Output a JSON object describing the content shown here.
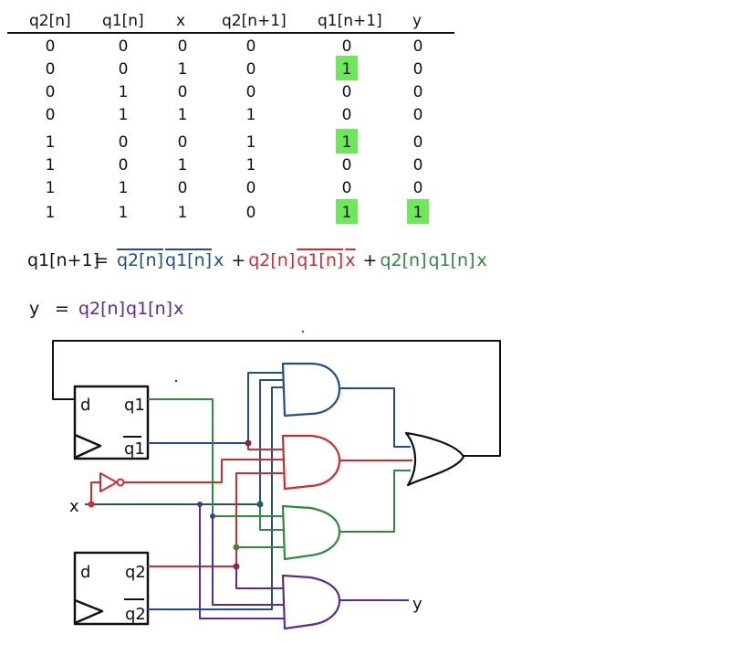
{
  "colors": {
    "black": "#111111",
    "blue": "#1f4e8c",
    "red": "#d42a2a",
    "green": "#2e8b3a",
    "purple": "#5a2a9c",
    "highlight": "#6ee85a"
  },
  "truth_table": {
    "headers": [
      "q2[n]",
      "q1[n]",
      "x",
      "q2[n+1]",
      "q1[n+1]",
      "y"
    ],
    "rows": [
      {
        "cells": [
          "0",
          "0",
          "0",
          "0",
          "0",
          "0"
        ],
        "highlight": []
      },
      {
        "cells": [
          "0",
          "0",
          "1",
          "0",
          "1",
          "0"
        ],
        "highlight": [
          4
        ]
      },
      {
        "cells": [
          "0",
          "1",
          "0",
          "0",
          "0",
          "0"
        ],
        "highlight": []
      },
      {
        "cells": [
          "0",
          "1",
          "1",
          "1",
          "0",
          "0"
        ],
        "highlight": []
      },
      {
        "cells": [
          "1",
          "0",
          "0",
          "1",
          "1",
          "0"
        ],
        "highlight": [
          4
        ]
      },
      {
        "cells": [
          "1",
          "0",
          "1",
          "1",
          "0",
          "0"
        ],
        "highlight": []
      },
      {
        "cells": [
          "1",
          "1",
          "0",
          "0",
          "0",
          "0"
        ],
        "highlight": []
      },
      {
        "cells": [
          "1",
          "1",
          "1",
          "0",
          "1",
          "1"
        ],
        "highlight": [
          4,
          5
        ]
      }
    ]
  },
  "equations": {
    "q1_next": {
      "lhs": "q1[n+1]",
      "equals": "=",
      "terms": [
        {
          "color": "blue",
          "factors": [
            {
              "text": "q2[n]",
              "bar": true
            },
            {
              "text": "q1[n]",
              "bar": true
            },
            {
              "text": "x",
              "bar": false
            }
          ]
        },
        {
          "color": "red",
          "factors": [
            {
              "text": "q2[n]",
              "bar": false
            },
            {
              "text": "q1[n]",
              "bar": true
            },
            {
              "text": "x",
              "bar": true
            }
          ]
        },
        {
          "color": "green",
          "factors": [
            {
              "text": "q2[n]",
              "bar": false
            },
            {
              "text": "q1[n]",
              "bar": false
            },
            {
              "text": "x",
              "bar": false
            }
          ]
        }
      ],
      "plus": "+"
    },
    "y": {
      "lhs": "y",
      "equals": "=",
      "color": "purple",
      "factors": [
        {
          "text": "q2[n]"
        },
        {
          "text": "q1[n]"
        },
        {
          "text": "x"
        }
      ]
    }
  },
  "circuit": {
    "flipflop1": {
      "d_label": "d",
      "q_label": "q1",
      "qbar_label": "q1"
    },
    "flipflop2": {
      "d_label": "d",
      "q_label": "q2",
      "qbar_label": "q2"
    },
    "input_label": "x",
    "output_label": "y",
    "gates": [
      {
        "type": "AND",
        "color": "blue",
        "inputs": [
          "q1bar",
          "q2bar",
          "x"
        ],
        "feeds": "OR"
      },
      {
        "type": "AND",
        "color": "red",
        "inputs": [
          "q1bar",
          "xbar",
          "q2"
        ],
        "feeds": "OR"
      },
      {
        "type": "AND",
        "color": "green",
        "inputs": [
          "q1",
          "x",
          "q2"
        ],
        "feeds": "OR"
      },
      {
        "type": "AND",
        "color": "purple",
        "inputs": [
          "q2",
          "q1",
          "x"
        ],
        "feeds": "y"
      },
      {
        "type": "OR",
        "color": "black",
        "inputs": [
          "blue",
          "red",
          "green"
        ],
        "feeds": "flipflop1.d"
      },
      {
        "type": "NOT",
        "color": "red",
        "inputs": [
          "x"
        ],
        "feeds": "red AND"
      }
    ]
  }
}
